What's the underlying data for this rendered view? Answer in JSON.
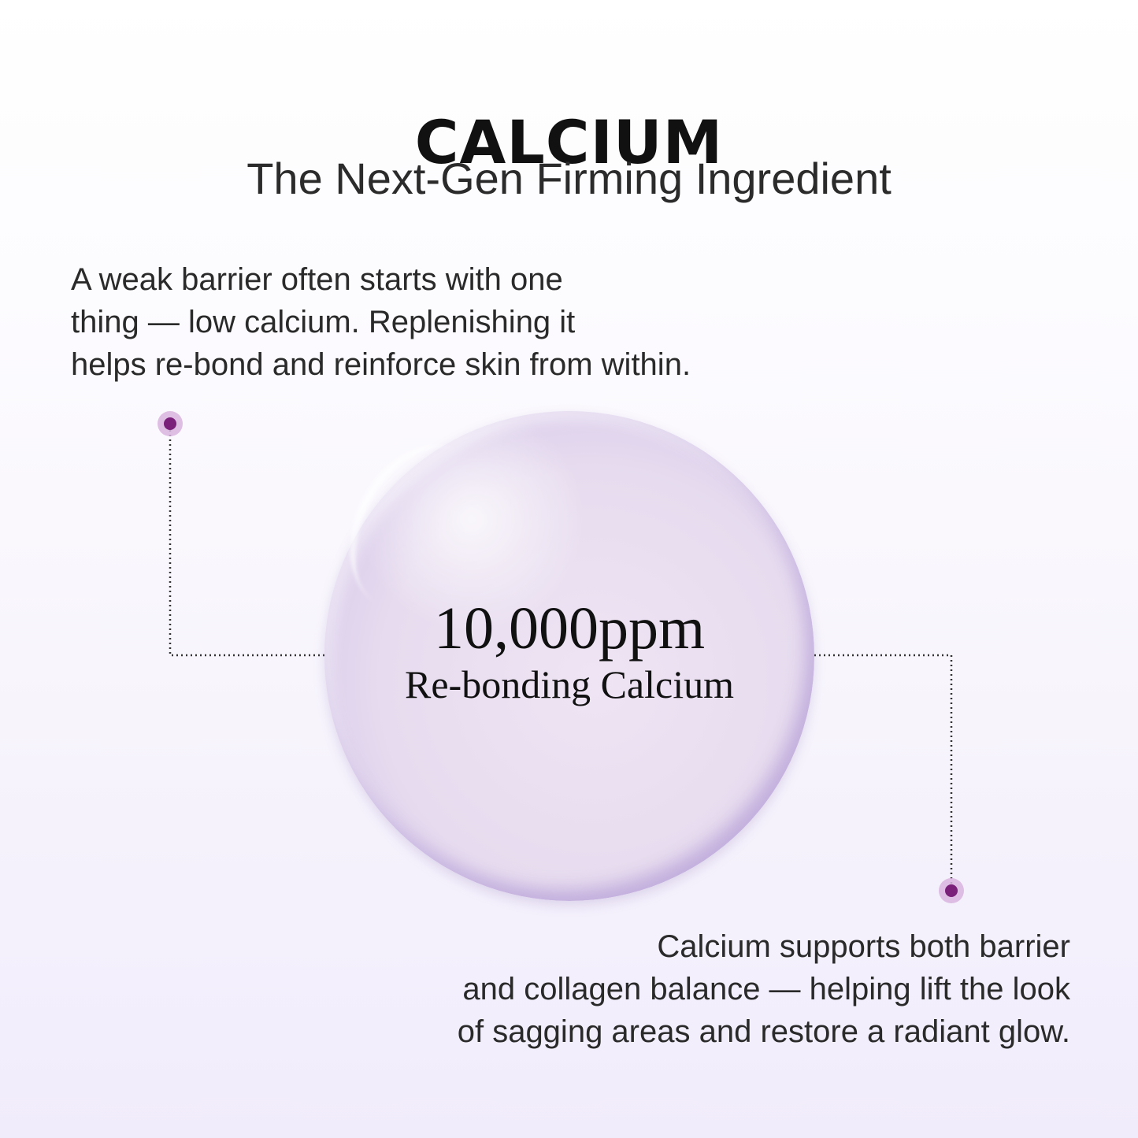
{
  "header": {
    "title": "CALCIUM",
    "subtitle": "The Next-Gen Firming Ingredient"
  },
  "left_note": {
    "lines": [
      "A weak barrier often starts with one",
      "thing — low calcium. Replenishing it",
      "helps re-bond and reinforce skin from within."
    ]
  },
  "bubble": {
    "value": "10,000ppm",
    "label": "Re-bonding Calcium"
  },
  "right_note": {
    "lines": [
      "Calcium supports both barrier",
      "and collagen balance — helping lift the look",
      "of sagging areas and restore a radiant glow."
    ]
  },
  "colors": {
    "accent_dot": "#7a1f7a",
    "dot_halo": "#d9b4df",
    "bubble_tint": "#e7dcef"
  }
}
